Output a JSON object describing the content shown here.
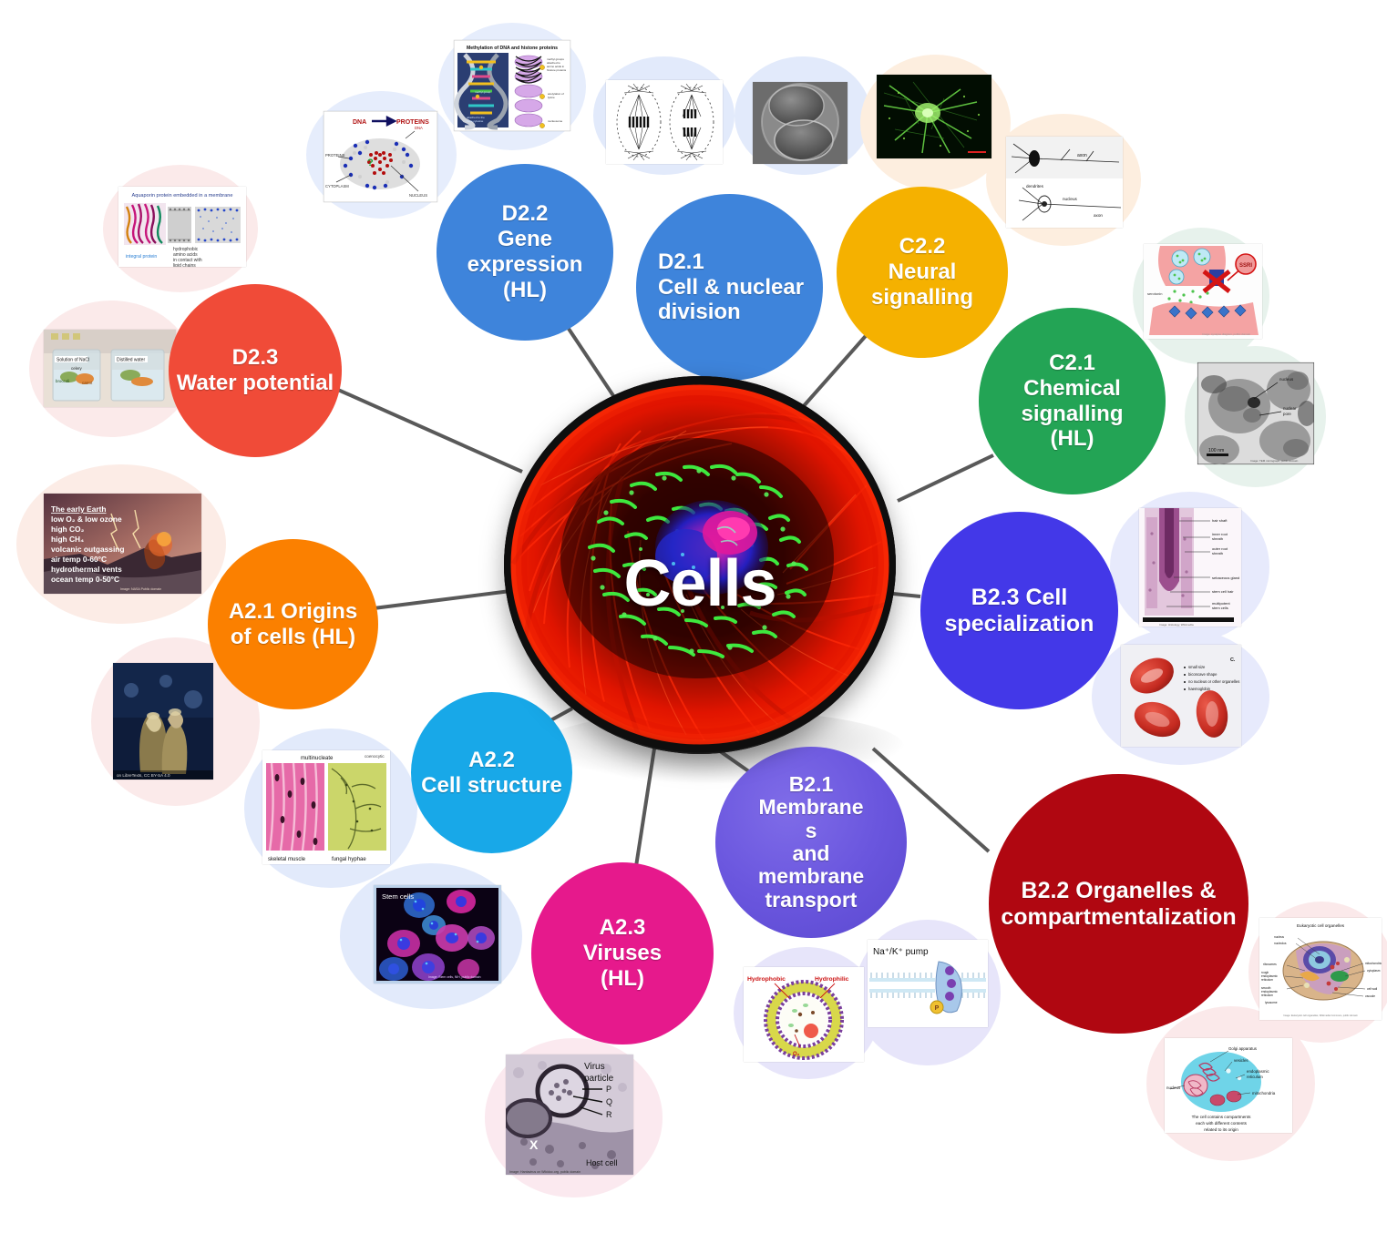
{
  "diagram": {
    "title": "Cells",
    "type": "mind-map",
    "center": {
      "label": "Cells",
      "image_name": "fluorescence-micrograph-cell",
      "image_description": "Fluorescence micrograph of a cell: red actin cytoskeleton, green mitochondria, blue and magenta nucleus"
    },
    "line_color": "#595959",
    "background": "#ffffff"
  },
  "nodes": [
    {
      "id": "d2-3",
      "code": "D2.3",
      "name": "Water potential",
      "label": "D2.3\nWater potential",
      "color": "#F04B38",
      "text_color": "#ffffff"
    },
    {
      "id": "d2-2",
      "code": "D2.2",
      "name": "Gene expression (HL)",
      "label": "D2.2\nGene expression\n(HL)",
      "color": "#3E84DB",
      "text_color": "#ffffff"
    },
    {
      "id": "d2-1",
      "code": "D2.1",
      "name": "Cell & nuclear division",
      "label": "D2.1\nCell & nuclear division",
      "color": "#3E84DB",
      "text_color": "#ffffff"
    },
    {
      "id": "c2-2",
      "code": "C2.2",
      "name": "Neural signalling",
      "label": "C2.2\nNeural signalling",
      "color": "#F5B100",
      "text_color": "#ffffff"
    },
    {
      "id": "c2-1",
      "code": "C2.1",
      "name": "Chemical signalling (HL)",
      "label": "C2.1\nChemical signalling\n(HL)",
      "color": "#23A455",
      "text_color": "#ffffff"
    },
    {
      "id": "b2-3",
      "code": "B2.3",
      "name": "Cell specialization",
      "label": "B2.3 Cell specialization",
      "color": "#4338E8",
      "text_color": "#ffffff"
    },
    {
      "id": "b2-2",
      "code": "B2.2",
      "name": "Organelles & compartmentalization",
      "label": "B2.2 Organelles & compartmentalization",
      "color": "#B00711",
      "text_color": "#ffffff"
    },
    {
      "id": "b2-1",
      "code": "B2.1",
      "name": "Membranes and membrane transport",
      "label": "B2.1\nMembrane\ns\nand\nmembrane\ntransport",
      "color": "#6A56DE",
      "text_color": "#ffffff"
    },
    {
      "id": "a2-3",
      "code": "A2.3",
      "name": "Viruses (HL)",
      "label": "A2.3\nViruses\n(HL)",
      "color": "#E6198C",
      "text_color": "#ffffff"
    },
    {
      "id": "a2-2",
      "code": "A2.2",
      "name": "Cell structure",
      "label": "A2.2\nCell structure",
      "color": "#18A8E8",
      "text_color": "#ffffff"
    },
    {
      "id": "a2-1",
      "code": "A2.1",
      "name": "Origins of cells (HL)",
      "label": "A2.1 Origins of cells (HL)",
      "color": "#FB8000",
      "text_color": "#ffffff"
    }
  ],
  "thumbnails": [
    {
      "id": "aquaporin",
      "name": "aquaporin-membrane-diagram",
      "title": "Aquaporin protein embedded in a membrane",
      "captions": [
        "integral protein",
        "hydrophobic",
        "amino acids",
        "in contact with",
        "lipid chains"
      ]
    },
    {
      "id": "osmosis-beakers",
      "name": "osmosis-beaker-photo",
      "title": "",
      "captions": [
        "Solution of NaCl",
        "Distilled water",
        "celery",
        "broccoli",
        "carrot"
      ]
    },
    {
      "id": "early-earth",
      "name": "early-earth-conditions-photo",
      "title": "The early Earth",
      "captions": [
        "low O₂ & low ozone",
        "high CO₂",
        "high CH₄",
        "volcanic outgassing",
        "air temp 0-60°C",
        "hydrothermal vents",
        "ocean temp 0-50°C",
        "Image: NASA Public domain"
      ]
    },
    {
      "id": "hydrothermal-vent",
      "name": "hydrothermal-vent-photo",
      "title": "",
      "captions": [
        "on LibreTexts, CC BY-SA 4.0"
      ]
    },
    {
      "id": "multinucleate",
      "name": "multinucleate-cells-micrograph",
      "title": "multinucleate",
      "captions": [
        "skeletal muscle",
        "fungal hyphae",
        "coenocytic"
      ]
    },
    {
      "id": "stem-cells",
      "name": "stem-cells-fluorescence-photo",
      "title": "Stem cells",
      "captions": [
        "Image: Stem cells, NIH, public domain"
      ]
    },
    {
      "id": "dna-proteins",
      "name": "dna-to-proteins-diagram",
      "title": "",
      "captions": [
        "DNA",
        "PROTEINS",
        "CYTOPLASM",
        "NUCLEUS"
      ]
    },
    {
      "id": "methylation",
      "name": "dna-methylation-diagram",
      "title": "Methylation of DNA and histone proteins",
      "captions": []
    },
    {
      "id": "mitosis",
      "name": "mitosis-spindle-diagram",
      "title": "",
      "captions": []
    },
    {
      "id": "two-cell-embryo",
      "name": "two-cell-embryo-micrograph",
      "title": "",
      "captions": []
    },
    {
      "id": "neuron-green",
      "name": "neuron-fluorescence-photo",
      "title": "",
      "captions": []
    },
    {
      "id": "neuron-drawing",
      "name": "neuron-structure-drawing",
      "title": "",
      "captions": [
        "axon",
        "nucleus"
      ]
    },
    {
      "id": "synapse",
      "name": "synapse-neurotransmitter-diagram",
      "title": "",
      "captions": [
        "SSRI",
        "serotonin"
      ]
    },
    {
      "id": "tem-cell",
      "name": "tem-cell-micrograph",
      "title": "",
      "captions": [
        "100 nm",
        "nucleus"
      ]
    },
    {
      "id": "root-tip",
      "name": "root-tip-section-micrograph",
      "title": "",
      "captions": [
        "hair shaft",
        "inner root sheath",
        "outer root sheath",
        "sebaceous gland",
        "multipotent stem cells"
      ]
    },
    {
      "id": "red-blood-cells",
      "name": "red-blood-cells-diagram",
      "title": "",
      "captions": [
        "small size",
        "biconcave shape",
        "no nucleus or other organelles",
        "haemoglobin"
      ]
    },
    {
      "id": "eukaryotic-organelles",
      "name": "eukaryotic-cell-organelles-diagram",
      "title": "Eukaryotic cell organelles",
      "captions": [
        "nucleus",
        "nucleolus",
        "ribosomes",
        "rough endoplasmic reticulum",
        "smooth endoplasmic reticulum",
        "lysosome",
        "mitochondrion",
        "cytoplasm",
        "cell wall",
        "vacuole"
      ]
    },
    {
      "id": "compartments",
      "name": "cell-compartments-diagram",
      "title": "",
      "captions": [
        "Golgi apparatus",
        "vesicles",
        "endoplasmic reticulum",
        "mitochondria",
        "nucleus",
        "The cell contains compartments each with different contents related to its origin"
      ]
    },
    {
      "id": "liposome",
      "name": "liposome-phospholipid-diagram",
      "title": "",
      "captions": [
        "Hydrophobic",
        "Hydrophilic",
        "O₂"
      ]
    },
    {
      "id": "na-k-pump",
      "name": "sodium-potassium-pump-diagram",
      "title": "Na⁺/K⁺ pump",
      "captions": [
        "P"
      ]
    },
    {
      "id": "virus-particle",
      "name": "virus-particle-micrograph",
      "title": "Virus particle",
      "captions": [
        "P",
        "Q",
        "R",
        "X",
        "Host cell",
        "Image: Hantavirus on Wikidoc.org, public domain"
      ]
    }
  ]
}
